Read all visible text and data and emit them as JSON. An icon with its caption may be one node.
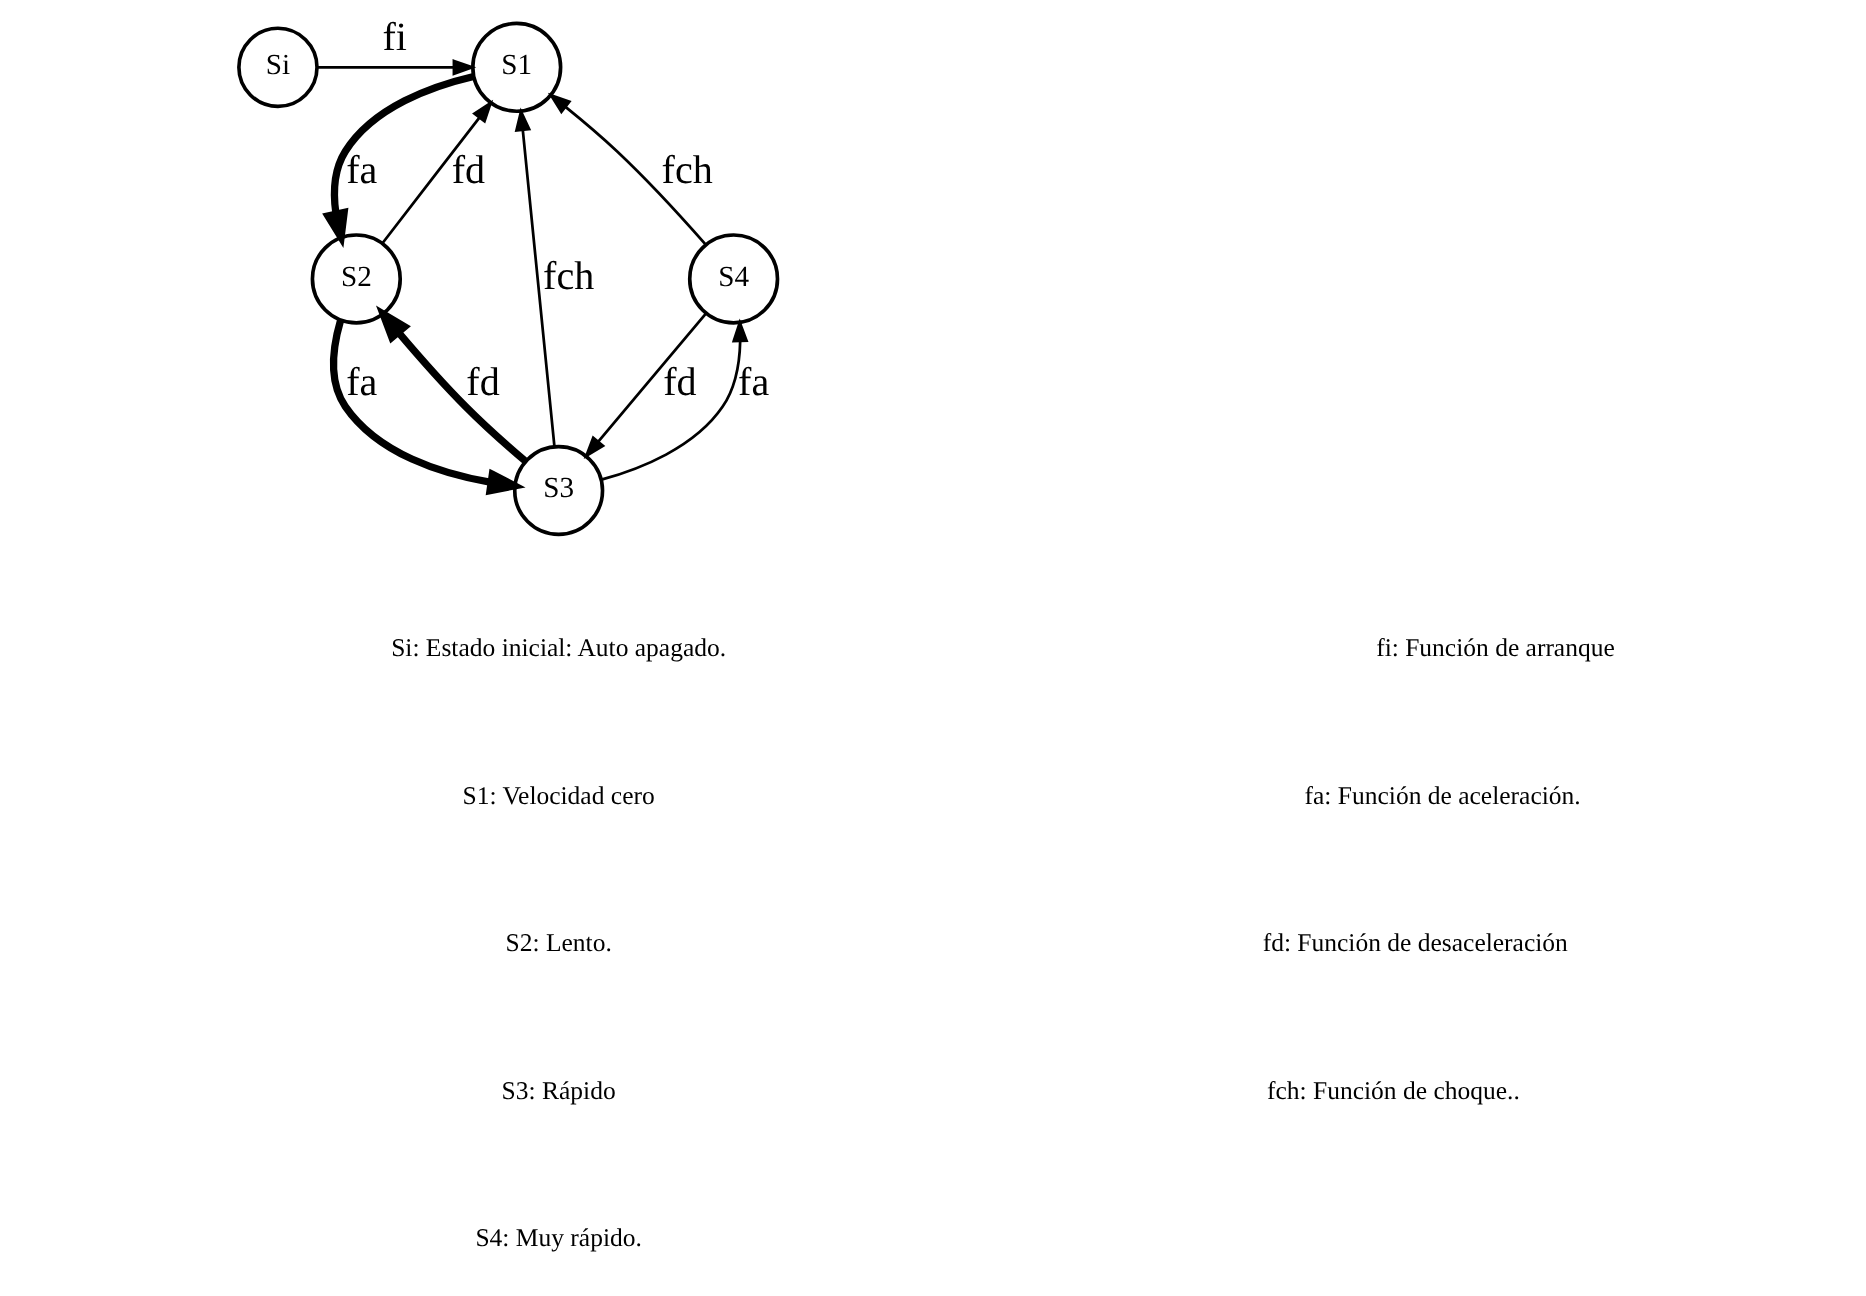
{
  "diagram": {
    "nodes": [
      {
        "text": [
          "Si"
        ]
      },
      {
        "text": [
          "S1"
        ]
      },
      {
        "text": [
          "S2"
        ]
      },
      {
        "text": [
          "S3"
        ]
      },
      {
        "text": [
          "S4"
        ]
      }
    ],
    "edges": [
      {
        "from": 0,
        "to": 1,
        "arrow": "to",
        "label": "fi"
      },
      {
        "from": 1,
        "to": 2,
        "arrow": "to",
        "label": "fa",
        "style": "thick"
      },
      {
        "from": 2,
        "to": 1,
        "arrow": "to",
        "label": "fd"
      },
      {
        "from": 2,
        "to": 3,
        "arrow": "to",
        "label": "fa",
        "style": "thick"
      },
      {
        "from": 3,
        "to": 2,
        "arrow": "to",
        "label": "fd",
        "style": "thick"
      },
      {
        "from": 3,
        "to": 1,
        "arrow": "to",
        "label": "fch"
      },
      {
        "from": 3,
        "to": 4,
        "arrow": "to",
        "label": "fa"
      },
      {
        "from": 4,
        "to": 1,
        "arrow": "to",
        "label": "fch"
      },
      {
        "from": 4,
        "to": 3,
        "arrow": "to",
        "label": "fd"
      }
    ],
    "labels": [
      "Si: Estado inicial: Auto apagado.",
      "S1: Velocidad cero",
      "S2: Lento.",
      "S3: Rápido",
      "S4: Muy rápido.",
      "fi: Función de arranque",
      "fa: Función de aceleración.",
      "fd: Función de desaceleración",
      "fch: Función de choque.."
    ]
  }
}
